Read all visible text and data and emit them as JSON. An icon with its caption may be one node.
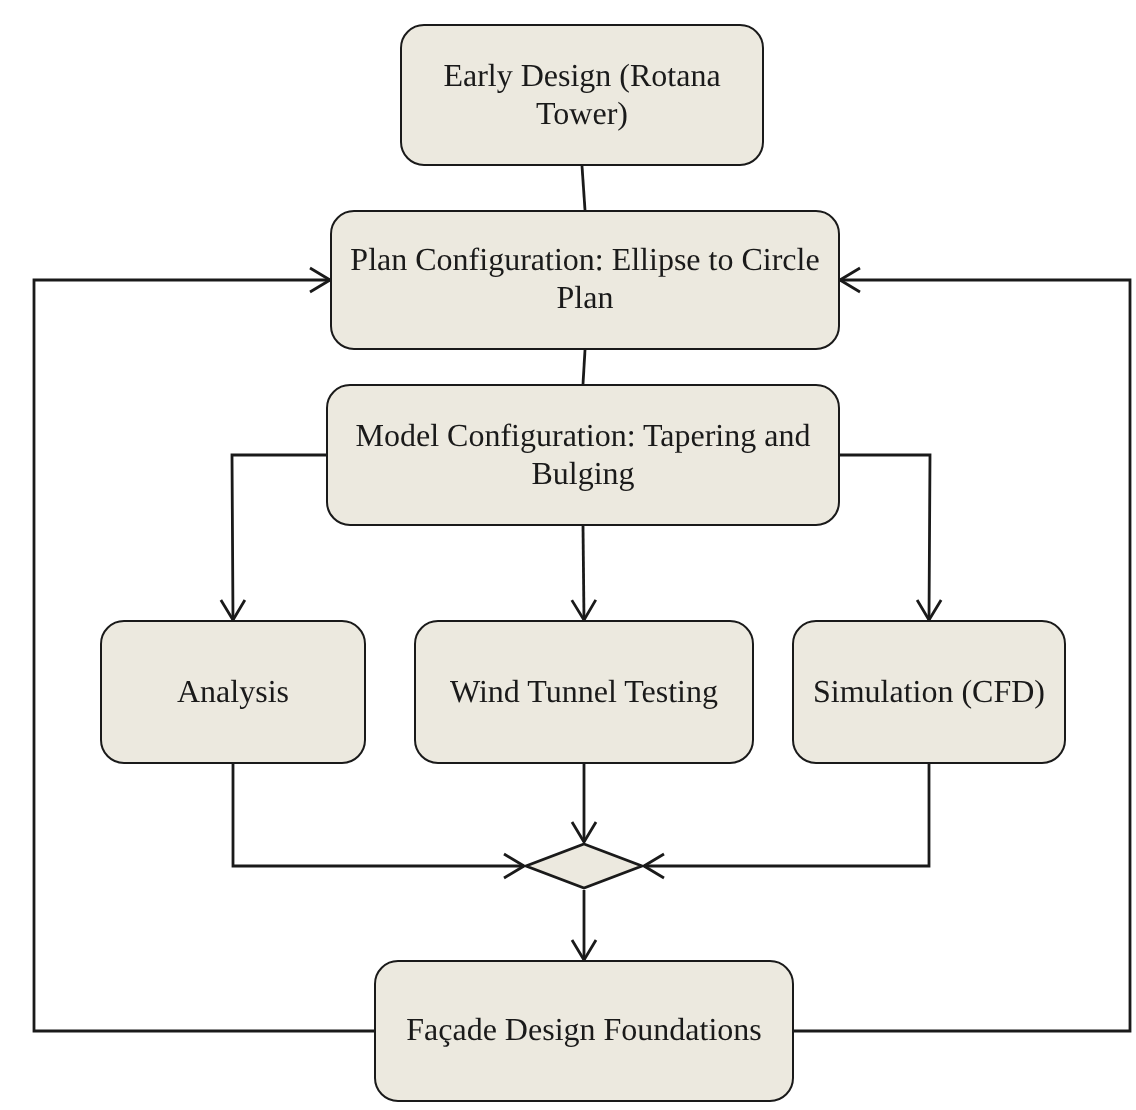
{
  "diagram": {
    "nodes": [
      {
        "text": [
          "Early Design (Rotana Tower)"
        ]
      },
      {
        "text": [
          "Plan Configuration: Ellipse to Circle Plan"
        ]
      },
      {
        "text": [
          "Model Configuration: Tapering and Bulging"
        ]
      },
      {
        "text": [
          "Analysis"
        ]
      },
      {
        "text": [
          "Wind Tunnel Testing"
        ]
      },
      {
        "text": [
          "Simulation (CFD)"
        ]
      },
      {
        "text": [],
        "shape": "diamond"
      },
      {
        "text": [
          "Façade Design Foundations"
        ]
      }
    ],
    "edges": [
      {
        "from": 0,
        "to": 1,
        "arrow": "none"
      },
      {
        "from": 1,
        "to": 2,
        "arrow": "none"
      },
      {
        "from": 2,
        "to": 3,
        "arrow": "to"
      },
      {
        "from": 2,
        "to": 4,
        "arrow": "to"
      },
      {
        "from": 2,
        "to": 5,
        "arrow": "to"
      },
      {
        "from": 3,
        "to": 6,
        "arrow": "to"
      },
      {
        "from": 4,
        "to": 6,
        "arrow": "to"
      },
      {
        "from": 5,
        "to": 6,
        "arrow": "to"
      },
      {
        "from": 6,
        "to": 7,
        "arrow": "to"
      },
      {
        "from": 7,
        "to": 1,
        "arrow": "to"
      },
      {
        "from": 7,
        "to": 1,
        "arrow": "to"
      }
    ]
  }
}
